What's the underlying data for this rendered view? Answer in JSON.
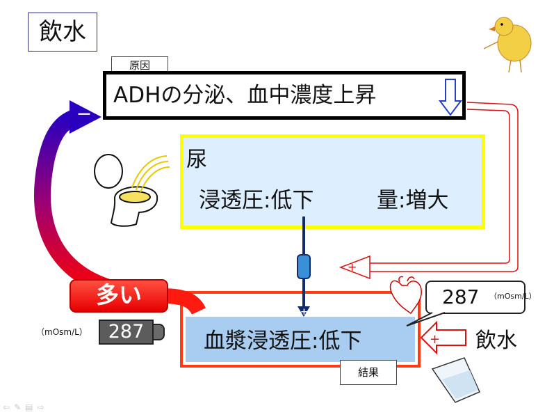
{
  "title": "飲水",
  "cause_tag": "原因",
  "result_tag": "結果",
  "adh_box": {
    "text": "ADHの分泌、血中濃度上昇"
  },
  "urine_box": {
    "heading": "尿",
    "osmotic": "浸透圧:低下",
    "volume": "量:増大"
  },
  "blood_box": {
    "text": "血漿浸透圧:低下"
  },
  "many_label": "多い",
  "meter": {
    "unit": "（mOsm/L）",
    "value": "287"
  },
  "callout": {
    "value": "287",
    "unit": "（mOsm/L）"
  },
  "water_intake_label": "飲水",
  "signs": {
    "minus": "－",
    "plus": "+"
  },
  "icons": [
    "down-arrow-icon",
    "toilet-icon",
    "heart-icon",
    "water-glass-icon",
    "chick-icon",
    "syringe-connector-icon"
  ],
  "colors": {
    "adh_border": "#000000",
    "urine_border": "#ffff00",
    "urine_fill": "#ddeeff",
    "blood_border": "#ff3b14",
    "blood_fill": "#a9cdf0",
    "pill_red": "#e80000",
    "feedback_arrow_top": "#2a00c0",
    "feedback_arrow_bottom": "#ff0000",
    "outline_arrow_red": "#dd1111",
    "connector_navy": "#102a6a"
  }
}
